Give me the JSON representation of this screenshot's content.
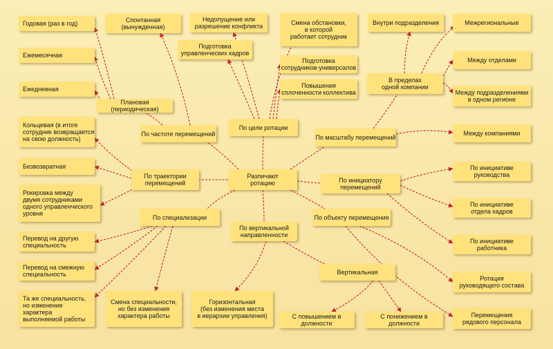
{
  "diagram": {
    "center": "Различают\nротацию",
    "categories": {
      "frequency": "По частоте перемещений",
      "goal": "По цели ротации",
      "scale": "По масштабу перемещений",
      "trajectory": "По траектории\nперемещений",
      "initiator": "По инициатору\nперемещений",
      "specialization": "По специализации",
      "vertical_direction": "По вертикальной\nнаправленности",
      "object": "По объекту перемещения"
    },
    "frequency": {
      "annual": "Годовая (раз в год)",
      "monthly": "Ежемесячная",
      "daily": "Ежедневная",
      "planned": "Плановая (периодическая)",
      "spontaneous": "Спонтанная (вынужденная)"
    },
    "goal": {
      "conflict": "Недопущение или\nразрешение конфликта",
      "managers": "Подготовка\nуправленческих кадров",
      "environment": "Смена обстановки,\nв которой\nработает сотрудник",
      "universal": "Подготовка\nсотрудников-универсалов",
      "cohesion": "Повышения\nсплоченности коллектива"
    },
    "scale": {
      "within_division": "Внутри подразделения",
      "interregional": "Межрегиональные",
      "within_company": "В пределах\nодной компании",
      "between_departments": "Между отделами",
      "between_divisions_region": "Между подразделениями\nв одном регионе",
      "between_companies": "Между компаниями"
    },
    "trajectory": {
      "circular": "Кольцевая (в итоге\nсотрудник возвращается\nна свою должность)",
      "irreversible": "Безвозвратная",
      "swap": "Рокировка между\nдвумя сотрудниками\nодного управленческого\nуровня"
    },
    "initiator": {
      "management": "По инициативе\nруководства",
      "hr": "По инициативе\nотдела кадров",
      "employee": "По инициативе\nработника"
    },
    "specialization": {
      "other_specialty": "Перевод на другую\nспециальность",
      "adjacent_specialty": "Перевод на смежную\nспециальность",
      "same_specialty": "Та же специальность,\nно изменение\nхарактера\nвыполняемой работы",
      "change_specialty": "Смена специальности,\nно без изменения\nхарактера работы"
    },
    "vertical_direction": {
      "horizontal": "Горизонтальная\n(без изменения места\nв иерархии управления)",
      "vertical": "Вертикальная",
      "promotion": "С повышением в должности",
      "demotion": "С понижением в должности"
    },
    "object": {
      "leaders": "Ротация\nруководящего состава",
      "rank_and_file": "Перемещения\nрядового персонала"
    },
    "colors": {
      "box": "#ffe27c",
      "arrow": "#c4222a",
      "background": "#f9e8a8"
    }
  }
}
